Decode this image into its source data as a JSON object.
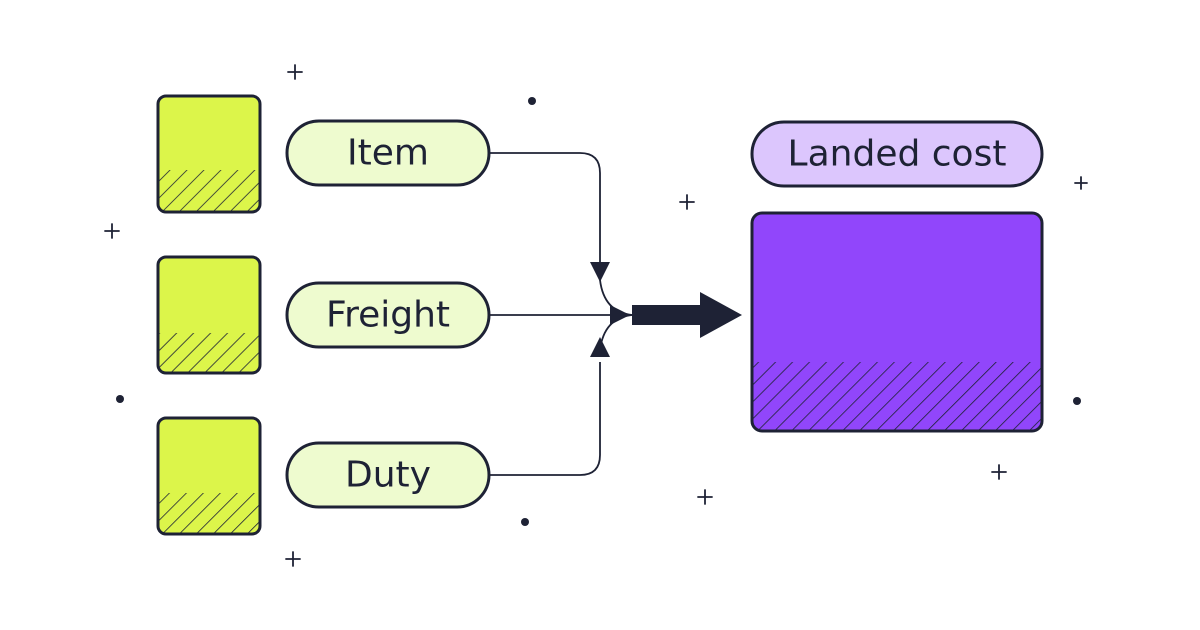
{
  "inputs": [
    {
      "label": "Item"
    },
    {
      "label": "Freight"
    },
    {
      "label": "Duty"
    }
  ],
  "output": {
    "label": "Landed cost"
  },
  "colors": {
    "ink": "#1e2235",
    "input_block": "#dcf54a",
    "input_pill": "#eefbcf",
    "output_block": "#9146fb",
    "output_pill": "#dcc6fd",
    "background": "#ffffff"
  },
  "icons": {
    "decor_plus": "plus-icon",
    "decor_dot": "dot-icon",
    "merge_arrow": "arrow-right-icon"
  }
}
